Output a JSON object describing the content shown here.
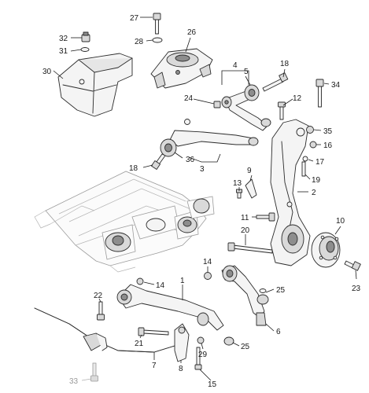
{
  "callouts": [
    {
      "num": "27",
      "muted": false
    },
    {
      "num": "28",
      "muted": false
    },
    {
      "num": "26",
      "muted": false
    },
    {
      "num": "32",
      "muted": false
    },
    {
      "num": "31",
      "muted": false
    },
    {
      "num": "30",
      "muted": false
    },
    {
      "num": "4",
      "muted": false
    },
    {
      "num": "18",
      "muted": false
    },
    {
      "num": "5",
      "muted": false
    },
    {
      "num": "34",
      "muted": false
    },
    {
      "num": "24",
      "muted": false
    },
    {
      "num": "12",
      "muted": false
    },
    {
      "num": "35",
      "muted": false
    },
    {
      "num": "16",
      "muted": false
    },
    {
      "num": "36",
      "muted": false
    },
    {
      "num": "18",
      "muted": false
    },
    {
      "num": "3",
      "muted": false
    },
    {
      "num": "17",
      "muted": false
    },
    {
      "num": "9",
      "muted": false
    },
    {
      "num": "19",
      "muted": false
    },
    {
      "num": "13",
      "muted": false
    },
    {
      "num": "2",
      "muted": false
    },
    {
      "num": "11",
      "muted": false
    },
    {
      "num": "10",
      "muted": false
    },
    {
      "num": "20",
      "muted": false
    },
    {
      "num": "14",
      "muted": false
    },
    {
      "num": "1",
      "muted": false
    },
    {
      "num": "14",
      "muted": false
    },
    {
      "num": "25",
      "muted": false
    },
    {
      "num": "23",
      "muted": false
    },
    {
      "num": "22",
      "muted": false
    },
    {
      "num": "6",
      "muted": false
    },
    {
      "num": "21",
      "muted": false
    },
    {
      "num": "25",
      "muted": false
    },
    {
      "num": "29",
      "muted": false
    },
    {
      "num": "7",
      "muted": false
    },
    {
      "num": "8",
      "muted": false
    },
    {
      "num": "33",
      "muted": true
    },
    {
      "num": "15",
      "muted": false
    }
  ]
}
